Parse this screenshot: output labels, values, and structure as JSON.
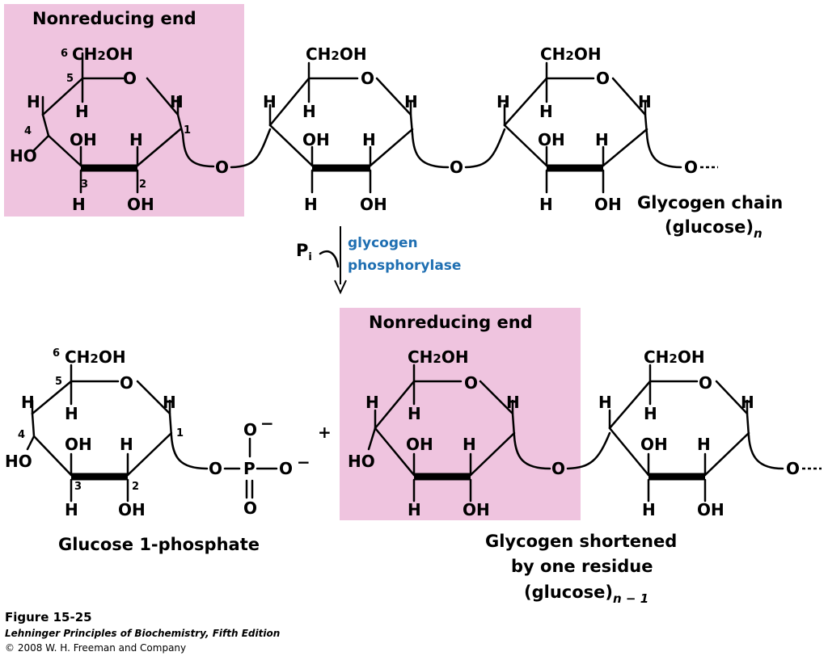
{
  "colors": {
    "highlight": "#efc4df",
    "enzyme": "#1f6fb2"
  },
  "labels": {
    "nonreducing_top": "Nonreducing end",
    "nonreducing_bottom": "Nonreducing end",
    "chain_line1": "Glycogen chain",
    "chain_line2": "(glucose)",
    "chain_sub": "n",
    "pi": "P",
    "pi_sub": "i",
    "enzyme_line1": "glycogen",
    "enzyme_line2": "phosphorylase",
    "plus": "+",
    "g1p": "Glucose 1-phosphate",
    "short_line1": "Glycogen shortened",
    "short_line2": "by one residue",
    "short_line3": "(glucose)",
    "short_sub": "n − 1"
  },
  "caption": {
    "figure": "Figure 15-25",
    "book": "Lehninger Principles of Biochemistry, Fifth Edition",
    "copyright": "© 2008 W. H. Freeman and Company"
  },
  "ring": {
    "ch2oh": "CH",
    "ch2oh_sub": "2",
    "ch2oh_tail": "OH",
    "ring_o": "O",
    "h": "H",
    "oh": "OH",
    "ho": "HO",
    "c6": "6",
    "c5": "5",
    "c4": "4",
    "c3": "3",
    "c2": "2",
    "c1": "1"
  },
  "linker_o": "O",
  "phosphate": {
    "o": "O",
    "p": "P",
    "minus": "−"
  }
}
